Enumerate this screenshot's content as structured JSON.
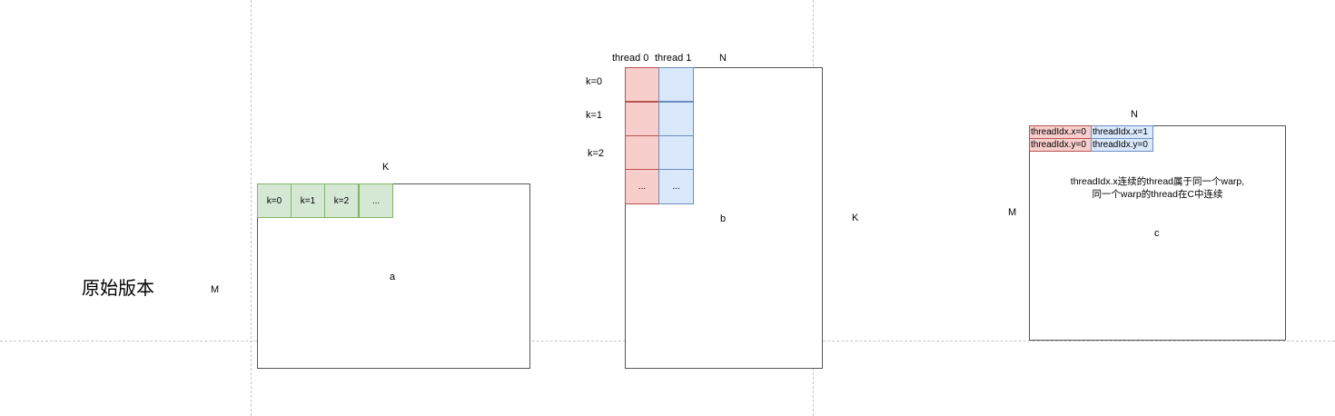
{
  "title": "原始版本",
  "matrix_a": {
    "name": "a",
    "top_label": "K",
    "side_label": "M",
    "cells": [
      "k=0",
      "k=1",
      "k=2",
      "..."
    ]
  },
  "matrix_b": {
    "name": "b",
    "top_label": "N",
    "side_label": "K",
    "col_labels": [
      "thread 0",
      "thread 1"
    ],
    "row_labels": [
      "k=0",
      "k=1",
      "k=2"
    ],
    "ellipsis": "..."
  },
  "matrix_c": {
    "name": "c",
    "top_label": "N",
    "side_label": "M",
    "thread0": [
      "threadIdx.x=0",
      "threadIdx.y=0"
    ],
    "thread1": [
      "threadIdx.x=1",
      "threadIdx.y=0"
    ],
    "note_line1": "threadIdx.x连续的thread属于同一个warp,",
    "note_line2": "同一个warp的thread在C中连续"
  },
  "colors": {
    "green_fill": "#d5e8d4",
    "green_stroke": "#82b366",
    "red_fill": "#f8cecc",
    "red_stroke": "#b85450",
    "blue_fill": "#dae8fc",
    "blue_stroke": "#6c8ebf"
  }
}
